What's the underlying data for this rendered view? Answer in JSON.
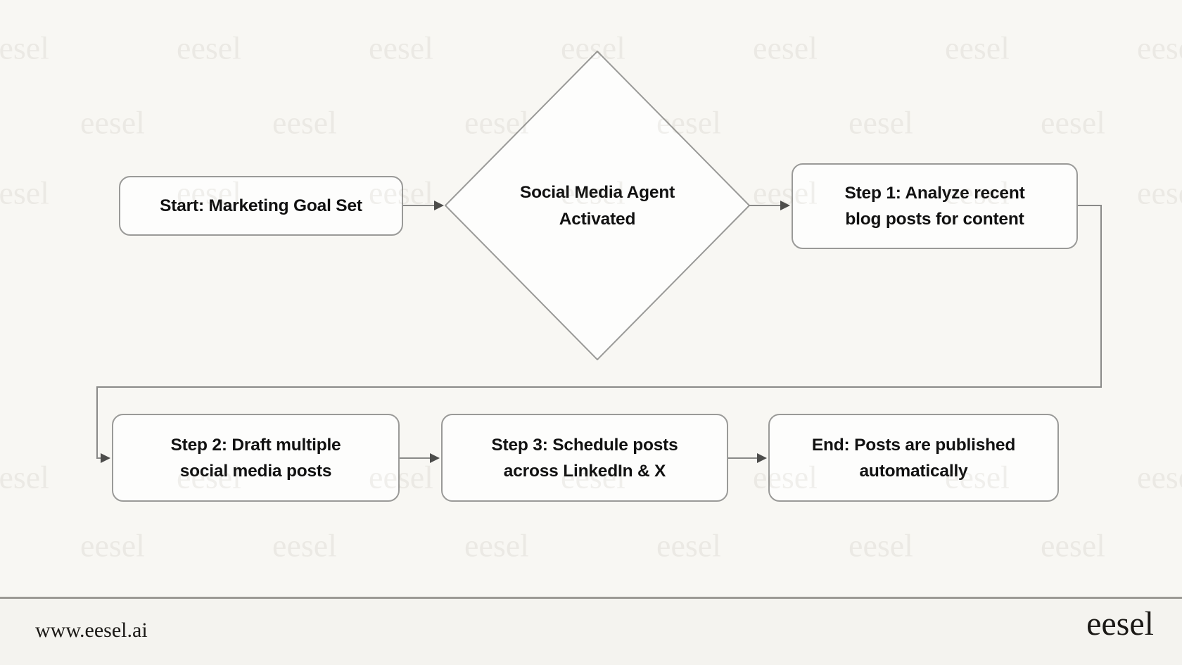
{
  "diagram": {
    "nodes": {
      "start": {
        "label": "Start: Marketing Goal Set"
      },
      "decision": {
        "line1": "Social Media Agent",
        "line2": "Activated"
      },
      "step1": {
        "line1": "Step 1: Analyze recent",
        "line2": "blog posts for content"
      },
      "step2": {
        "line1": "Step 2: Draft multiple",
        "line2": "social media posts"
      },
      "step3": {
        "line1": "Step 3: Schedule posts",
        "line2": "across LinkedIn & X"
      },
      "end": {
        "line1": "End: Posts are published",
        "line2": "automatically"
      }
    }
  },
  "watermark": {
    "text": "eesel"
  },
  "footer": {
    "website": "www.eesel.ai",
    "logo": "eesel"
  },
  "colors": {
    "background": "#f8f7f3",
    "node_fill": "#fdfdfc",
    "node_border": "#9a9a98",
    "connector": "#8a8a88",
    "arrowhead": "#4d4d4b",
    "watermark": "rgba(125,118,100,0.10)",
    "divider": "#9c9a95",
    "footer_background": "#f4f3ef",
    "text": "#111111",
    "footer_text": "#1b1916"
  }
}
